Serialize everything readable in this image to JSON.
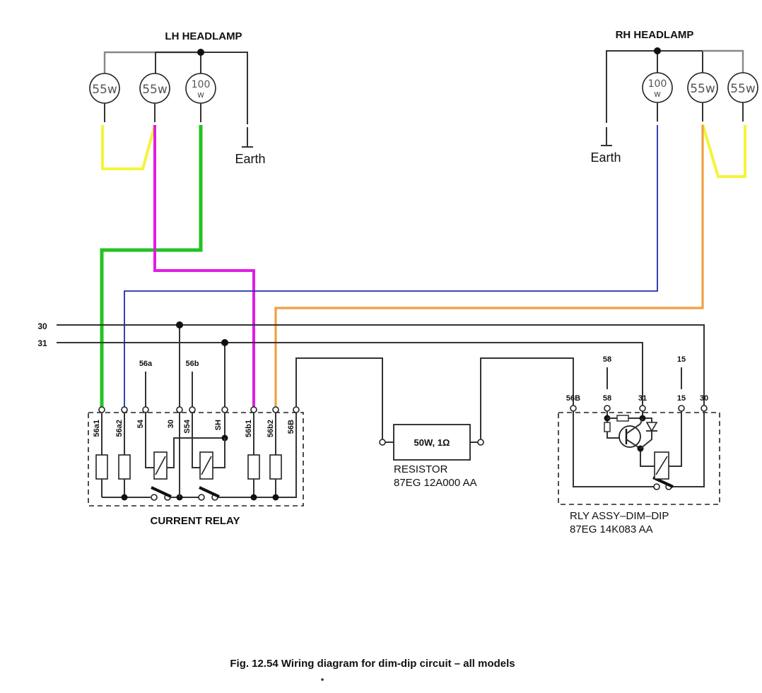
{
  "headlamps": {
    "lh_title": "LH HEADLAMP",
    "rh_title": "RH HEADLAMP",
    "lh_bulbs": [
      {
        "label": "55w"
      },
      {
        "label": "55w"
      },
      {
        "label_top": "100",
        "label_bottom": "w"
      }
    ],
    "rh_bulbs": [
      {
        "label_top": "100",
        "label_bottom": "w"
      },
      {
        "label": "55w"
      },
      {
        "label": "55w"
      }
    ],
    "earth_label": "Earth"
  },
  "supply": {
    "line_30": "30",
    "line_31": "31"
  },
  "current_relay": {
    "title": "CURRENT RELAY",
    "top_labels": [
      "56a",
      "56b"
    ],
    "terminals": [
      "56a1",
      "56a2",
      "54",
      "30",
      "S54",
      "SH",
      "56b1",
      "56b2",
      "56B"
    ]
  },
  "resistor": {
    "rating": "50W, 1Ω",
    "name": "RESISTOR",
    "part": "87EG 12A000 AA"
  },
  "dim_dip_relay": {
    "top_labels": [
      "58",
      "15"
    ],
    "terminals": [
      "56B",
      "58",
      "31",
      "15",
      "30"
    ],
    "name": "RLY ASSY–DIM–DIP",
    "part": "87EG 14K083 AA"
  },
  "caption": "Fig. 12.54 Wiring diagram for dim-dip circuit – all models",
  "wire_colors": {
    "yellow": "#f4f43a",
    "magenta": "#e21ce2",
    "green": "#22c322",
    "blue": "#1f2fa8",
    "orange": "#f0a042"
  }
}
